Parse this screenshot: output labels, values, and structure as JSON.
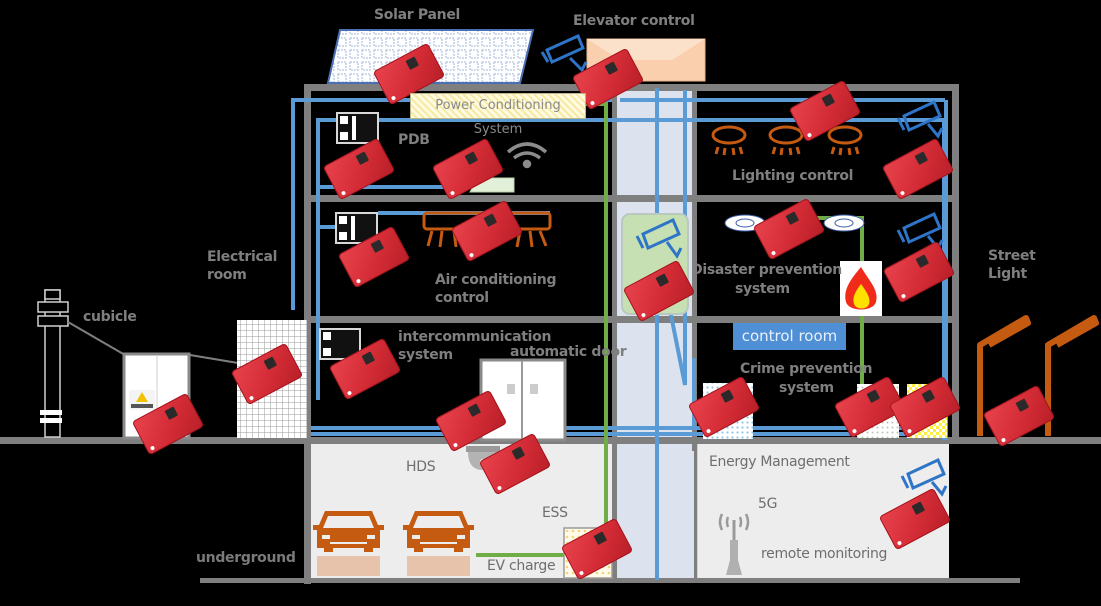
{
  "diagram": {
    "title": "Smart building IoT sensor deployment",
    "labels": {
      "solar_panel": "Solar Panel",
      "elevator_control": "Elevator control",
      "power_conditioning": "Power Conditioning System",
      "pdb": "PDB",
      "lighting_control": "Lighting control",
      "electrical_room_1": "Electrical",
      "electrical_room_2": "room",
      "air_conditioning_1": "Air conditioning",
      "air_conditioning_2": "control",
      "disaster_prevention_1": "Disaster prevention",
      "disaster_prevention_2": "system",
      "street_light_1": "Street",
      "street_light_2": "Light",
      "cubicle": "cubicle",
      "intercommunication_1": "intercommunication",
      "intercommunication_2": "system",
      "automatic_door": "automatic door",
      "control_room": "control room",
      "crime_prevention_1": "Crime prevention",
      "crime_prevention_2": "system",
      "hds": "HDS",
      "energy_management": "Energy Management",
      "five_g": "5G",
      "ess": "ESS",
      "underground": "underground",
      "ev_charge": "EV charge",
      "remote_monitoring": "remote monitoring"
    },
    "colors": {
      "wall": "#7f7f7f",
      "network_line": "#5b9bd5",
      "power_line": "#70ad47",
      "icon_orange": "#c55a11",
      "sensor_board": "#d9343e",
      "shaft": "#dde3ee",
      "basement": "#ededed"
    },
    "icons": [
      "solar-panel-icon",
      "cctv-camera-icon",
      "elevator-icon",
      "pdb-panel-icon",
      "wifi-icon",
      "air-conditioner-icon",
      "ceiling-light-icon",
      "smoke-detector-icon",
      "fire-icon",
      "street-light-icon",
      "utility-pole-icon",
      "cubicle-icon",
      "door-icon",
      "dome-camera-icon",
      "car-icon",
      "antenna-tower-icon",
      "sensor-board-icon"
    ]
  }
}
